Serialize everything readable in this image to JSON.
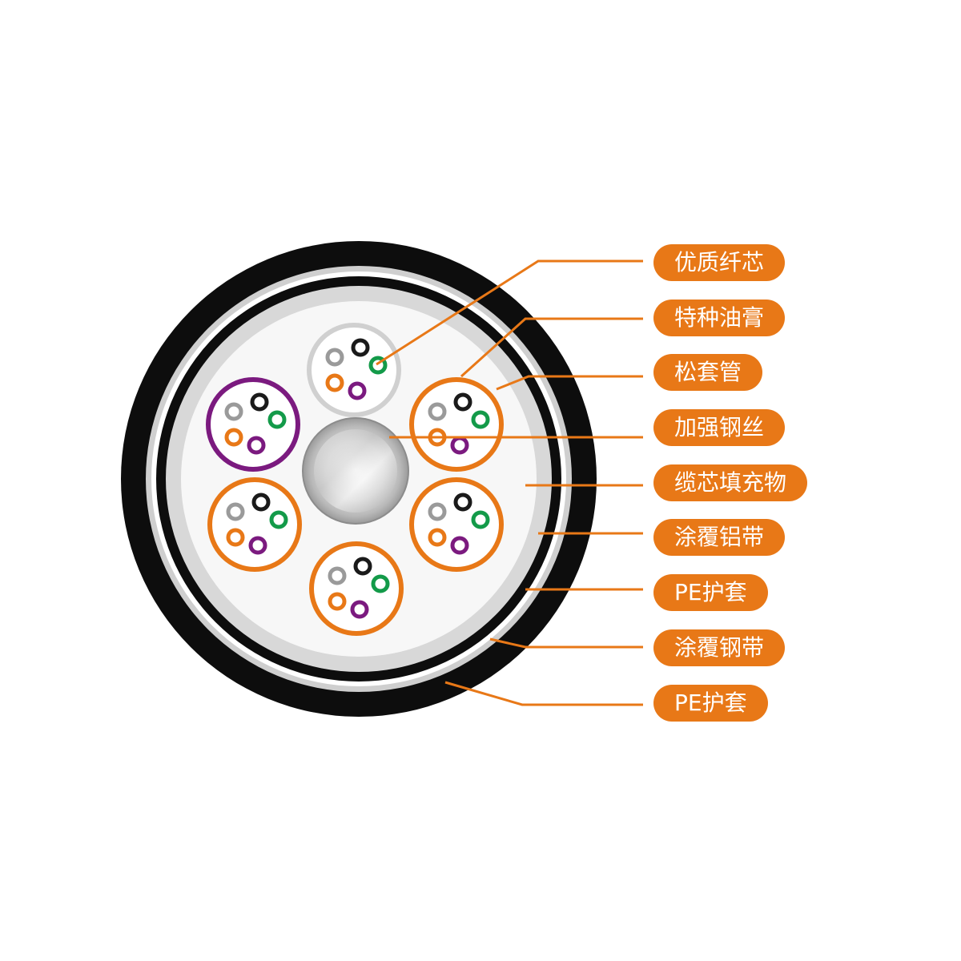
{
  "accent_color": "#e87817",
  "labels": [
    {
      "text": "优质纤芯"
    },
    {
      "text": "特种油膏"
    },
    {
      "text": "松套管"
    },
    {
      "text": "加强钢丝"
    },
    {
      "text": "缆芯填充物"
    },
    {
      "text": "涂覆铝带"
    },
    {
      "text": "PE护套"
    },
    {
      "text": "涂覆钢带"
    },
    {
      "text": "PE护套"
    }
  ],
  "loose_tubes": [
    {
      "color": "#d0d0d0"
    },
    {
      "color": "#e87817"
    },
    {
      "color": "#e87817"
    },
    {
      "color": "#e87817"
    },
    {
      "color": "#e87817"
    },
    {
      "color": "#7b1a7f"
    }
  ],
  "fiber_colors": [
    "#9a9a9a",
    "#1a1a1a",
    "#139a49",
    "#e87817",
    "#7b1a7f"
  ]
}
